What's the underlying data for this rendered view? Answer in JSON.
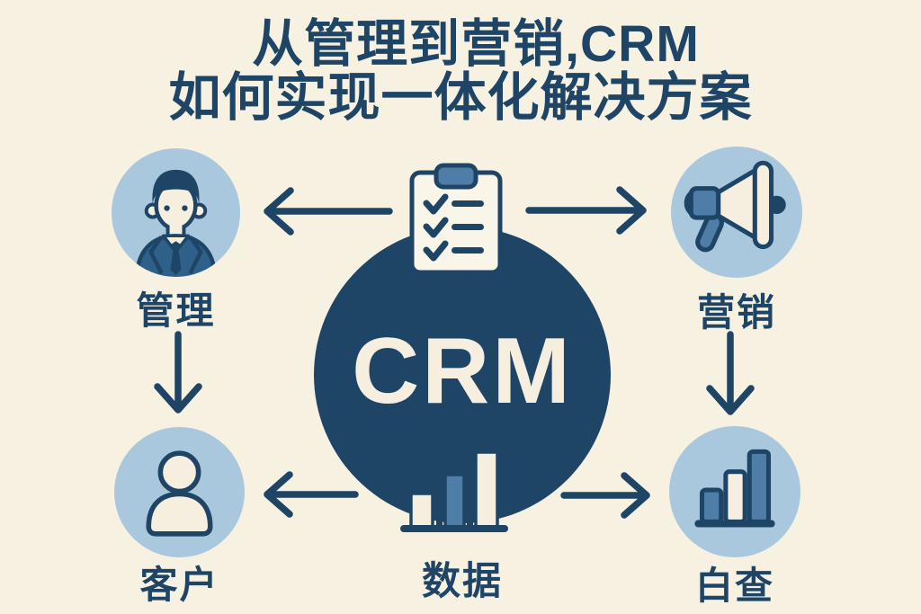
{
  "title": {
    "line1": "从管理到营销,CRM",
    "line2": "如何实现一体化解决方案"
  },
  "center": {
    "label": "CRM"
  },
  "nodes": {
    "management": {
      "label": "管理",
      "icon": "manager-person-icon"
    },
    "marketing": {
      "label": "营销",
      "icon": "megaphone-icon"
    },
    "customer": {
      "label": "客户",
      "icon": "person-outline-icon"
    },
    "data": {
      "label": "数据",
      "icon": "bar-chart-icon"
    },
    "audit": {
      "label": "白查",
      "icon": "ascending-bar-chart-icon"
    }
  },
  "floating_icons": {
    "top_center": "checklist-clipboard-icon",
    "bottom_center": "data-bar-chart-icon"
  },
  "arrows": [
    {
      "from": "crm-clipboard",
      "to": "management",
      "direction": "left"
    },
    {
      "from": "crm-clipboard",
      "to": "marketing",
      "direction": "right"
    },
    {
      "from": "management",
      "to": "customer",
      "direction": "down"
    },
    {
      "from": "marketing",
      "to": "audit",
      "direction": "down"
    },
    {
      "from": "crm",
      "to": "customer",
      "direction": "left"
    },
    {
      "from": "crm",
      "to": "audit",
      "direction": "right"
    }
  ],
  "colors": {
    "background": "#f7f1e2",
    "navy": "#1e4466",
    "light_blue": "#a9c7dd",
    "medium_blue": "#4e7da7",
    "suit_blue": "#2e6089",
    "cream": "#f6efe0"
  }
}
